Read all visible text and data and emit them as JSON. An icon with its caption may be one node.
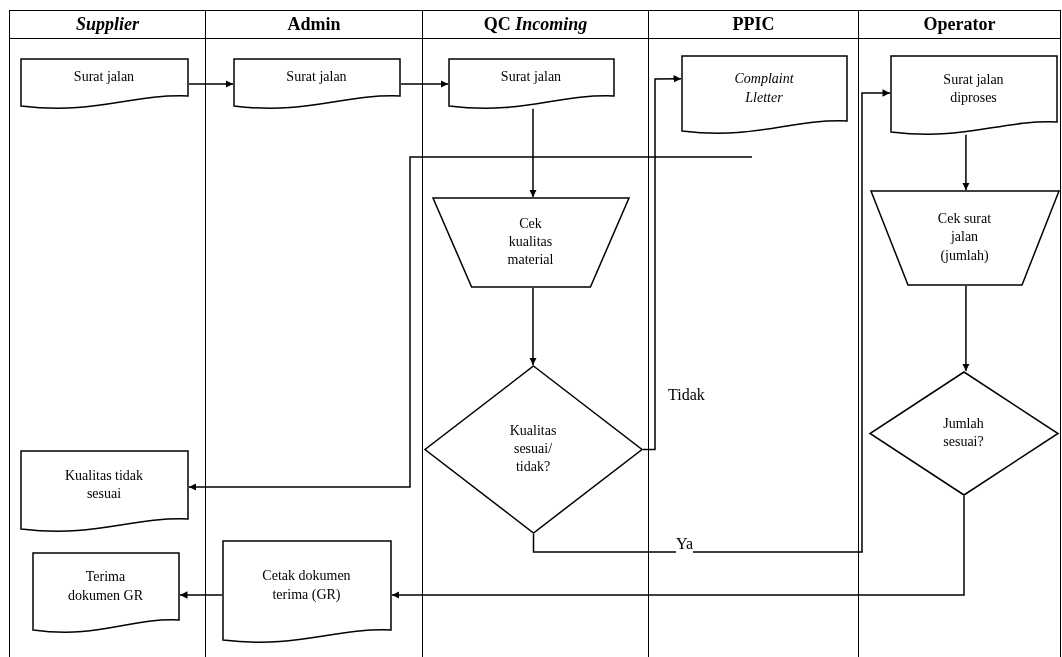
{
  "diagram": {
    "nodes": [
      {
        "text": [
          "Supplier"
        ]
      },
      {
        "text": [
          "Admin"
        ]
      },
      {
        "text": [
          "QC *Incoming*"
        ]
      },
      {
        "text": [
          "PPIC"
        ]
      },
      {
        "text": [
          "Operator"
        ]
      },
      {
        "text": [
          "Surat jalan"
        ],
        "in": 0
      },
      {
        "text": [
          "Surat jalan"
        ],
        "in": 1
      },
      {
        "text": [
          "Surat jalan"
        ],
        "in": 2
      },
      {
        "text": [
          "Cek kualitas material"
        ],
        "in": 2
      },
      {
        "text": [
          "Kualitas sesuai/ tidak?"
        ],
        "in": 2
      },
      {
        "text": [
          "Complaint Lletter"
        ],
        "in": 3
      },
      {
        "text": [
          "Surat jalan diproses"
        ],
        "in": 4
      },
      {
        "text": [
          "Cek surat jalan (jumlah)"
        ],
        "in": 4
      },
      {
        "text": [
          "Jumlah sesuai?"
        ],
        "in": 4
      },
      {
        "text": [
          "Kualitas tidak sesuai"
        ],
        "in": 0
      },
      {
        "text": [
          "Terima dokumen GR"
        ],
        "in": 0
      },
      {
        "text": [
          "Cetak dokumen terima (GR)"
        ],
        "in": 1
      }
    ],
    "edges": [
      {
        "from": 5,
        "to": 6,
        "arrow": "to"
      },
      {
        "from": 6,
        "to": 7,
        "arrow": "to"
      },
      {
        "from": 7,
        "to": 8,
        "arrow": "to"
      },
      {
        "from": 8,
        "to": 9,
        "arrow": "to"
      },
      {
        "from": 9,
        "to": 10,
        "arrow": "to",
        "label": "Tidak"
      },
      {
        "from": null,
        "to": 14,
        "arrow": "to"
      },
      {
        "from": 9,
        "to": 11,
        "arrow": "to",
        "label": "Ya"
      },
      {
        "from": 11,
        "to": 12,
        "arrow": "to"
      },
      {
        "from": 12,
        "to": 13,
        "arrow": "to"
      },
      {
        "from": 13,
        "to": 16,
        "arrow": "to"
      },
      {
        "from": 16,
        "to": 15,
        "arrow": "to"
      }
    ]
  }
}
